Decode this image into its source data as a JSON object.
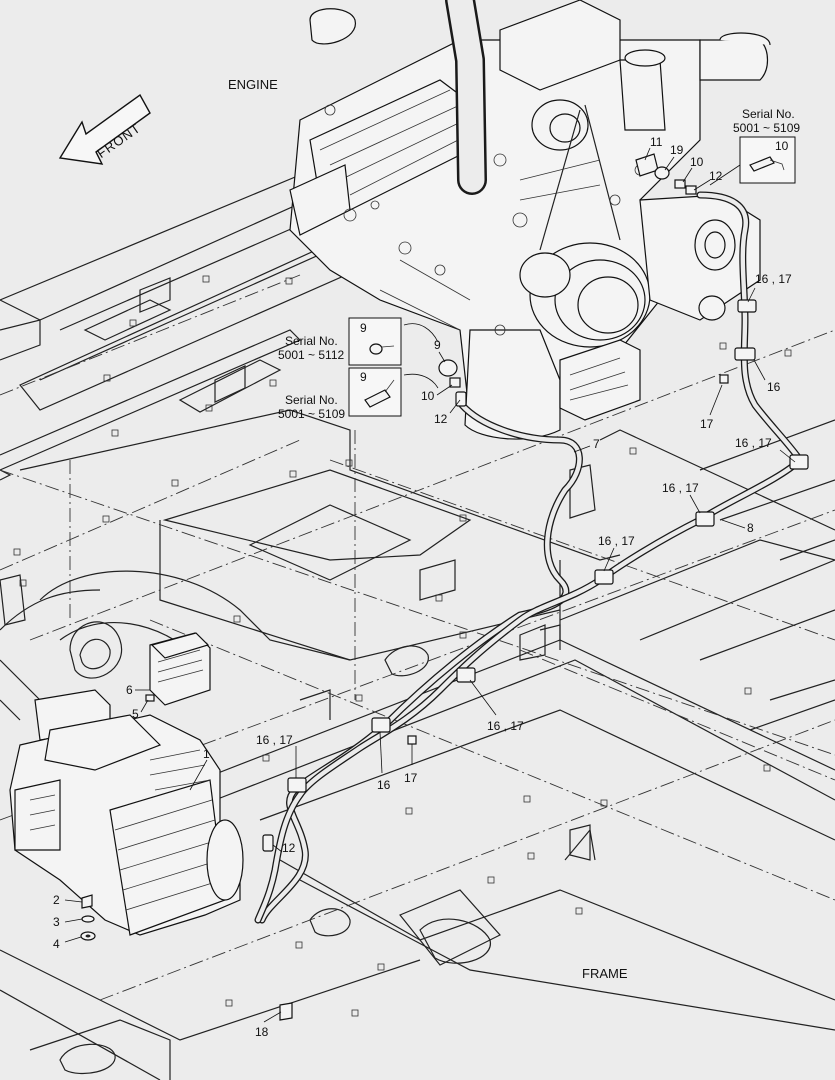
{
  "titles": {
    "engine": "ENGINE",
    "frame": "FRAME",
    "front": "FRONT"
  },
  "serial_notes": [
    {
      "id": "serial-top-right",
      "line1": "Serial No.",
      "line2": "5001 ~ 5109"
    },
    {
      "id": "serial-mid-upper",
      "line1": "Serial No.",
      "line2": "5001 ~ 5112"
    },
    {
      "id": "serial-mid-lower",
      "line1": "Serial No.",
      "line2": "5001 ~ 5109"
    }
  ],
  "callouts": {
    "c1": "1",
    "c2": "2",
    "c3": "3",
    "c4": "4",
    "c5": "5",
    "c6": "6",
    "c7": "7",
    "c8": "8",
    "c9a": "9",
    "c9b": "9",
    "c9c": "9",
    "c10a": "10",
    "c10b": "10",
    "c10c": "10",
    "c11": "11",
    "c12a": "12",
    "c12b": "12",
    "c12c": "12",
    "c16a": "16",
    "c16b": "16",
    "c1617a": "16 , 17",
    "c1617b": "16 , 17",
    "c1617c": "16 , 17",
    "c1617d": "16 , 17",
    "c1617e": "16 , 17",
    "c1617f": "16 , 17",
    "c17a": "17",
    "c17b": "17",
    "c18": "18",
    "c19": "19"
  }
}
